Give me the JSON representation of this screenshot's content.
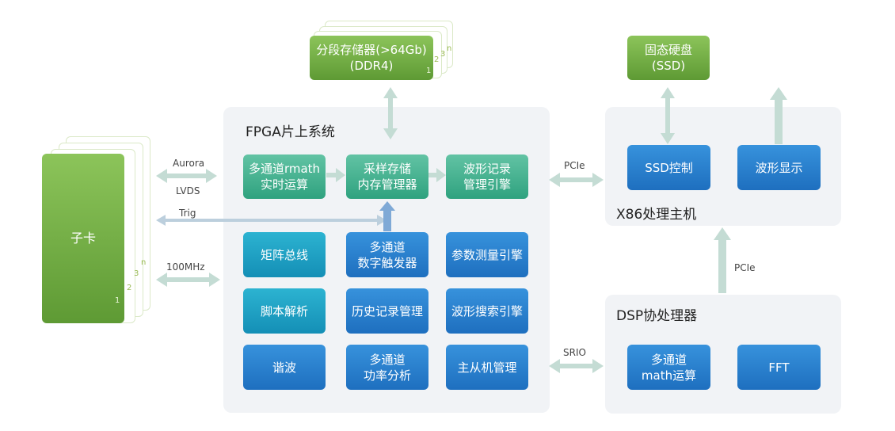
{
  "fpga": {
    "title": "FPGA片上系统",
    "blocks": {
      "rmath": [
        "多通道rmath",
        "实时运算"
      ],
      "sample_mem": [
        "采样存储",
        "内存管理器"
      ],
      "wave_record": [
        "波形记录",
        "管理引擎"
      ],
      "matrix_bus": "矩阵总线",
      "digital_trigger": [
        "多通道",
        "数字触发器"
      ],
      "param_measure": "参数测量引擎",
      "script_parse": "脚本解析",
      "history": "历史记录管理",
      "wave_search": "波形搜索引擎",
      "harmonic": "谐波",
      "power_analysis": [
        "多通道",
        "功率分析"
      ],
      "master_slave": "主从机管理"
    }
  },
  "ddr": {
    "line1": "分段存储器(>64Gb)",
    "line2": "(DDR4)",
    "stack": [
      "1",
      "2",
      "3",
      "n"
    ]
  },
  "ssd": {
    "line1": "固态硬盘",
    "line2": "(SSD)"
  },
  "x86": {
    "title": "X86处理主机",
    "ssd_ctrl": "SSD控制",
    "wave_display": "波形显示"
  },
  "dsp": {
    "title": "DSP协处理器",
    "math": [
      "多通道",
      "math运算"
    ],
    "fft": "FFT"
  },
  "card": {
    "label": "子卡",
    "stack": [
      "1",
      "2",
      "3",
      "n"
    ]
  },
  "links": {
    "aurora": "Aurora",
    "lvds": "LVDS",
    "trig": "Trig",
    "clock": "100MHz",
    "pcie_fpga_x86": "PCIe",
    "pcie_dsp_x86": "PCIe",
    "srio": "SRIO"
  },
  "colors": {
    "green": "#6aa83e",
    "teal": "#3aa886",
    "cyan": "#1c9ec2",
    "blue": "#2a7fcc",
    "arrow": "#c4dcd4",
    "panel": "#f1f3f6"
  }
}
